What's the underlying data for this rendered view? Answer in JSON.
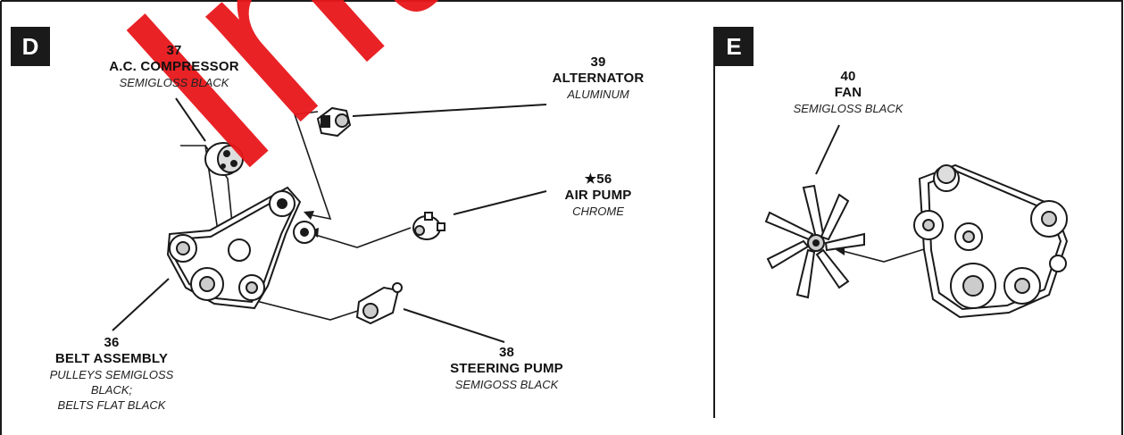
{
  "panels": {
    "d": {
      "tag": "D"
    },
    "e": {
      "tag": "E"
    }
  },
  "parts": {
    "p37": {
      "num": "37",
      "name": "A.C. COMPRESSOR",
      "finish": "SEMIGLOSS BLACK"
    },
    "p39": {
      "num": "39",
      "name": "ALTERNATOR",
      "finish": "ALUMINUM"
    },
    "p56": {
      "num": "★56",
      "name": "AIR PUMP",
      "finish": "CHROME"
    },
    "p36": {
      "num": "36",
      "name": "BELT ASSEMBLY",
      "finish_lines": [
        "PULLEYS SEMIGLOSS",
        "BLACK;",
        "BELTS FLAT BLACK"
      ]
    },
    "p38": {
      "num": "38",
      "name": "STEERING PUMP",
      "finish": "SEMIGOSS BLACK"
    },
    "p40": {
      "num": "40",
      "name": "FAN",
      "finish": "SEMIGLOSS BLACK"
    }
  },
  "watermark": {
    "text": "Inter",
    "color": "#e8171b"
  },
  "colors": {
    "ink": "#1a1a1a",
    "background": "#ffffff"
  }
}
